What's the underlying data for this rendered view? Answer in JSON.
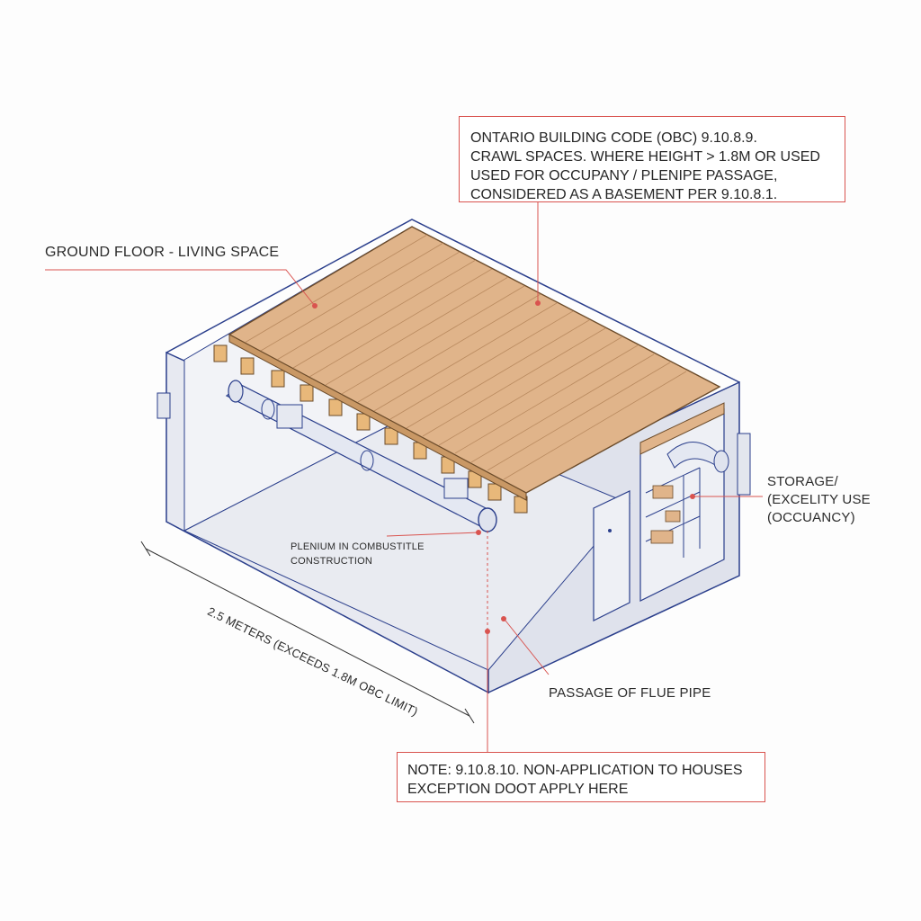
{
  "labels": {
    "ground_floor": "GROUND FLOOR - LIVING SPACE",
    "storage_lines": [
      "STORAGE/",
      "(EXCELITY USE",
      "(OCCUANCY)"
    ],
    "plenum_lines": [
      "PLENIUM IN COMBUSTITLE",
      "CONSTRUCTION"
    ],
    "flue": "PASSAGE OF FLUE PIPE",
    "dimension": "2.5 METERS (EXCEEDS 1.8M OBC LIMIT)"
  },
  "code_box": {
    "lines": [
      "ONTARIO BUILDING CODE (OBC) 9.10.8.9.",
      "CRAWL SPACES. WHERE HEIGHT > 1.8M OR USED",
      "USED FOR OCCUPANY / PLENIPE PASSAGE,",
      "CONSIDERED AS A BASEMENT PER 9.10.8.1."
    ]
  },
  "note_box": {
    "lines": [
      "NOTE: 9.10.8.10. NON-APPLICATION TO HOUSES",
      "EXCEPTION DOOT APPLY HERE"
    ]
  },
  "colors": {
    "outline": "#2b3f8c",
    "wall_fill": "#eceef4",
    "floor_wood": "#e0b48a",
    "joist": "#e8b87a",
    "leader": "#d9534f"
  }
}
